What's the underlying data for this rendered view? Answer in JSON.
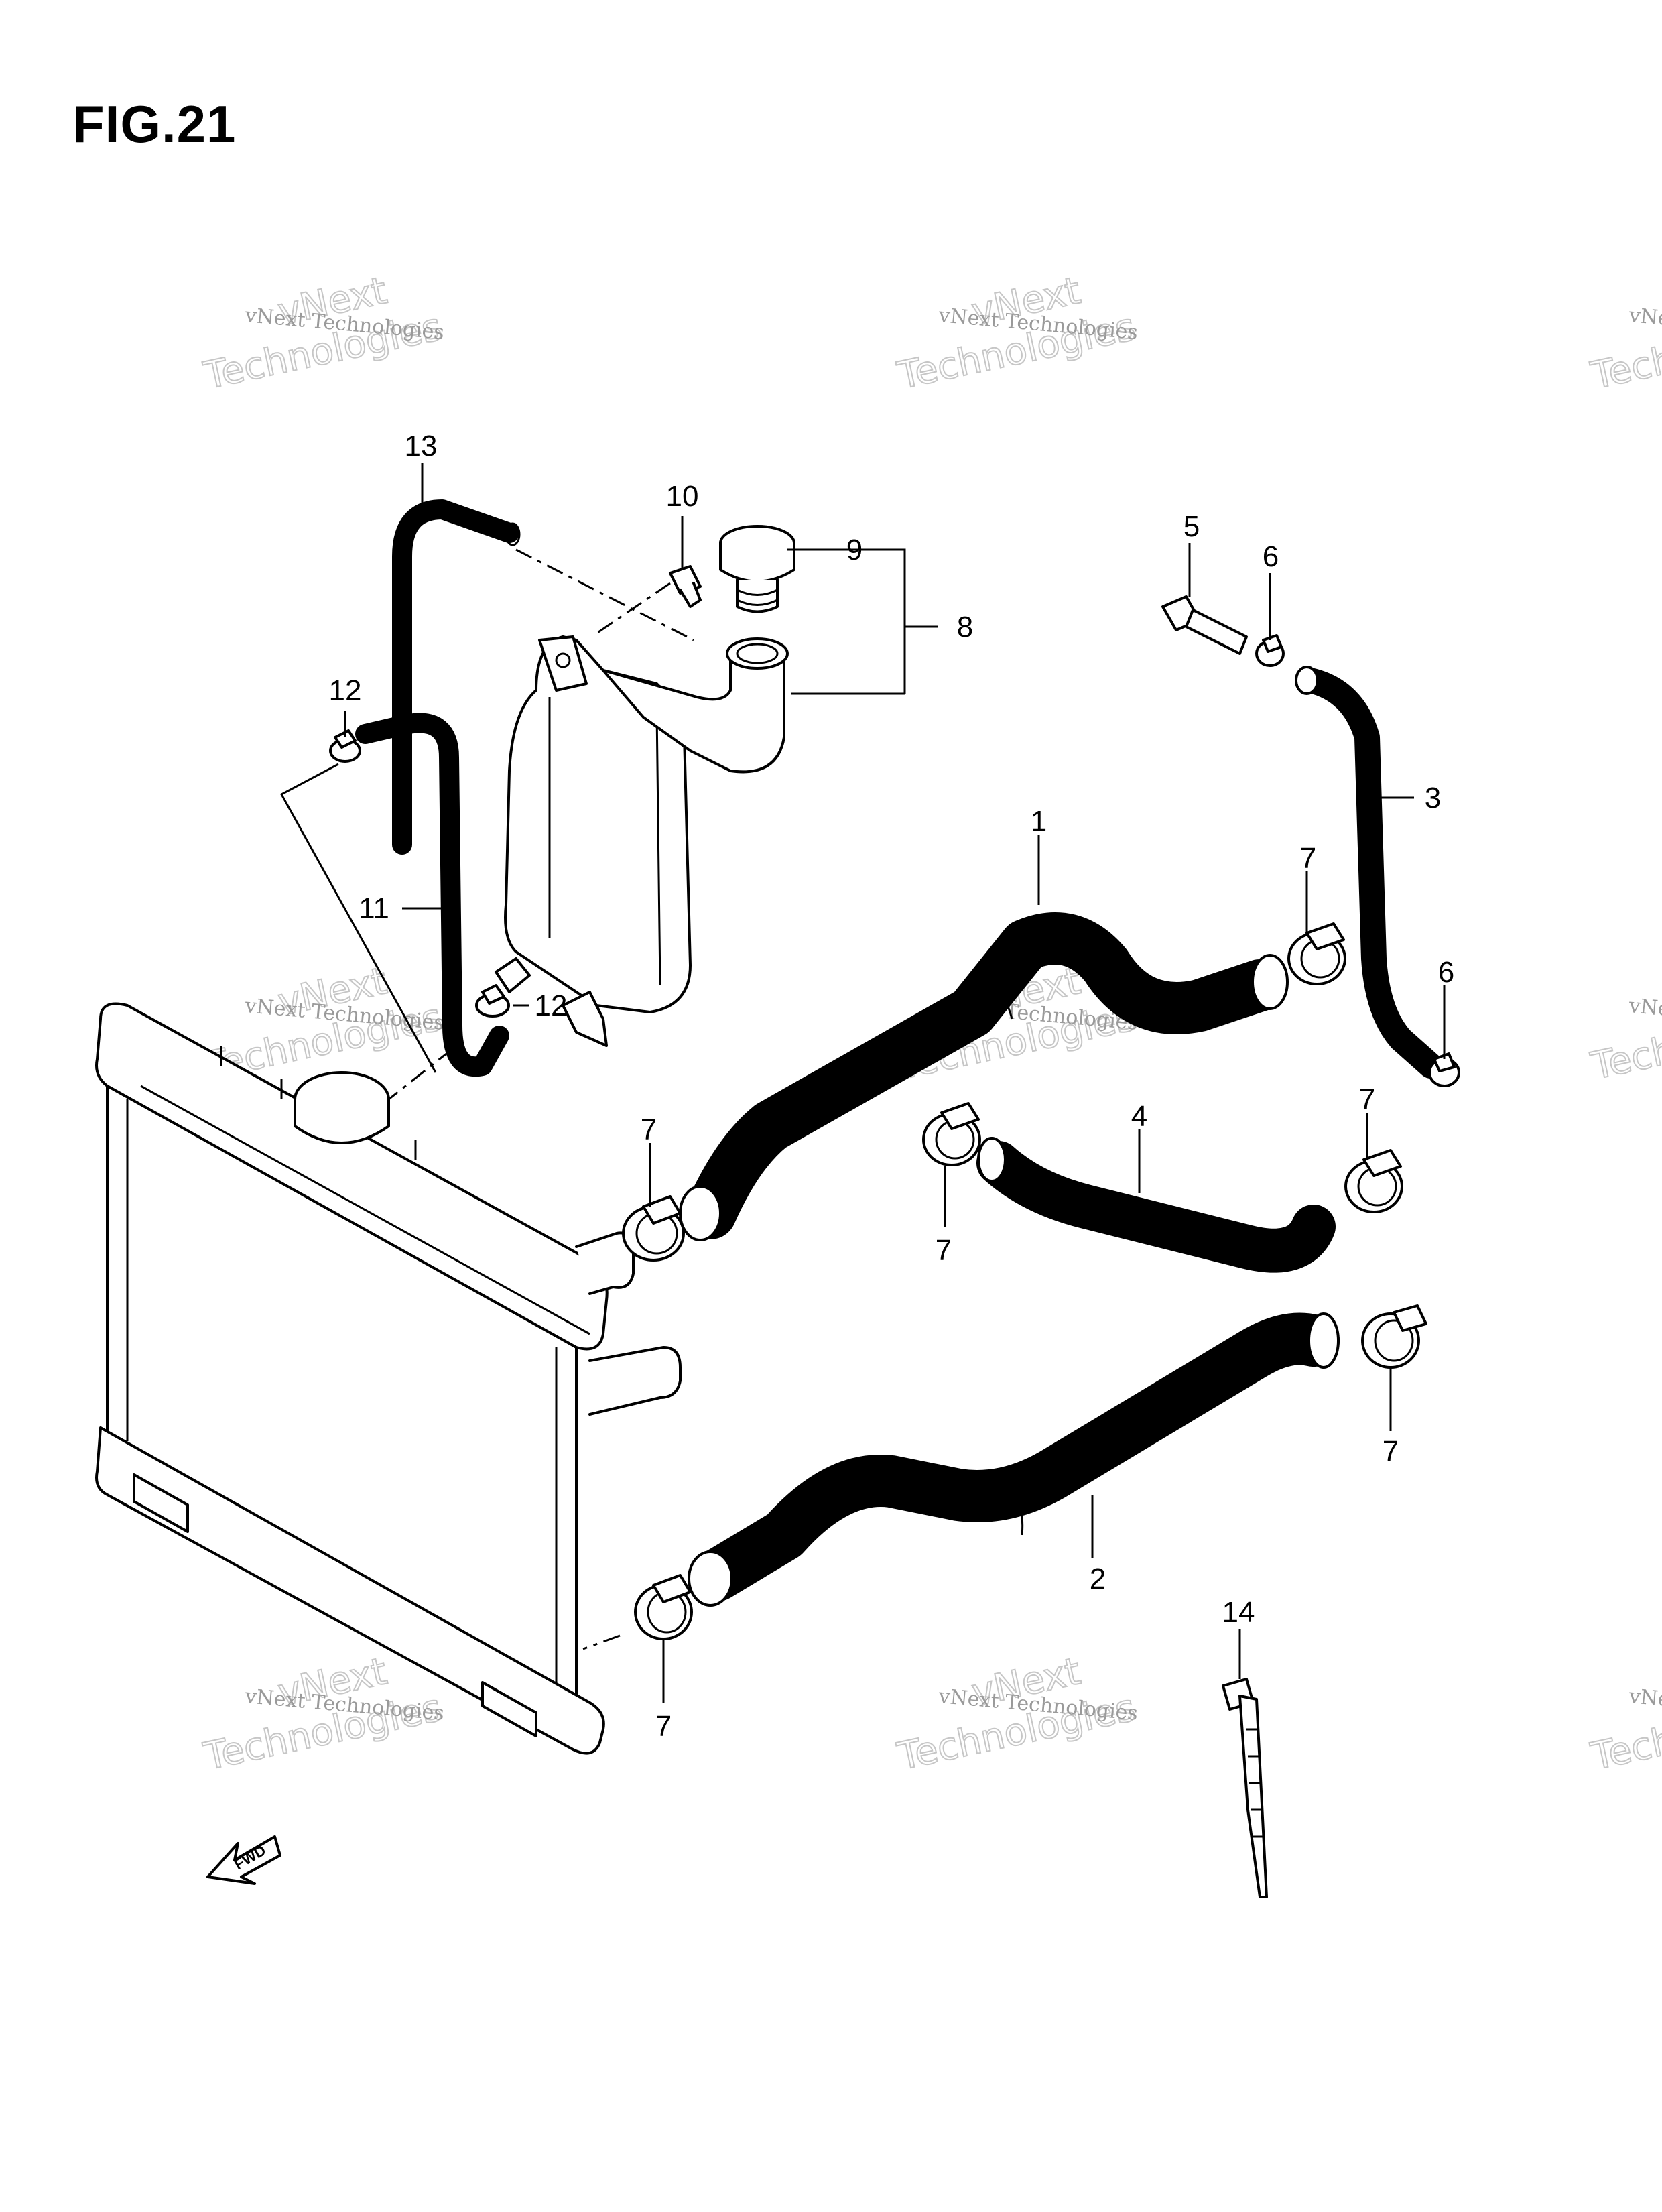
{
  "figure": {
    "title": "FIG.21"
  },
  "watermark": {
    "line1": "vNext Technologies",
    "line2": "vNext",
    "line3": "Technologies"
  },
  "fwd_label": "FWD",
  "callouts": [
    {
      "id": "c1",
      "label": "1"
    },
    {
      "id": "c2",
      "label": "2"
    },
    {
      "id": "c3",
      "label": "3"
    },
    {
      "id": "c4",
      "label": "4"
    },
    {
      "id": "c5",
      "label": "5"
    },
    {
      "id": "c6a",
      "label": "6"
    },
    {
      "id": "c6b",
      "label": "6"
    },
    {
      "id": "c7a",
      "label": "7"
    },
    {
      "id": "c7b",
      "label": "7"
    },
    {
      "id": "c7c",
      "label": "7"
    },
    {
      "id": "c7d",
      "label": "7"
    },
    {
      "id": "c7e",
      "label": "7"
    },
    {
      "id": "c7f",
      "label": "7"
    },
    {
      "id": "c8",
      "label": "8"
    },
    {
      "id": "c9",
      "label": "9"
    },
    {
      "id": "c10",
      "label": "10"
    },
    {
      "id": "c11",
      "label": "11"
    },
    {
      "id": "c12a",
      "label": "12"
    },
    {
      "id": "c12b",
      "label": "12"
    },
    {
      "id": "c13",
      "label": "13"
    },
    {
      "id": "c14",
      "label": "14"
    }
  ]
}
